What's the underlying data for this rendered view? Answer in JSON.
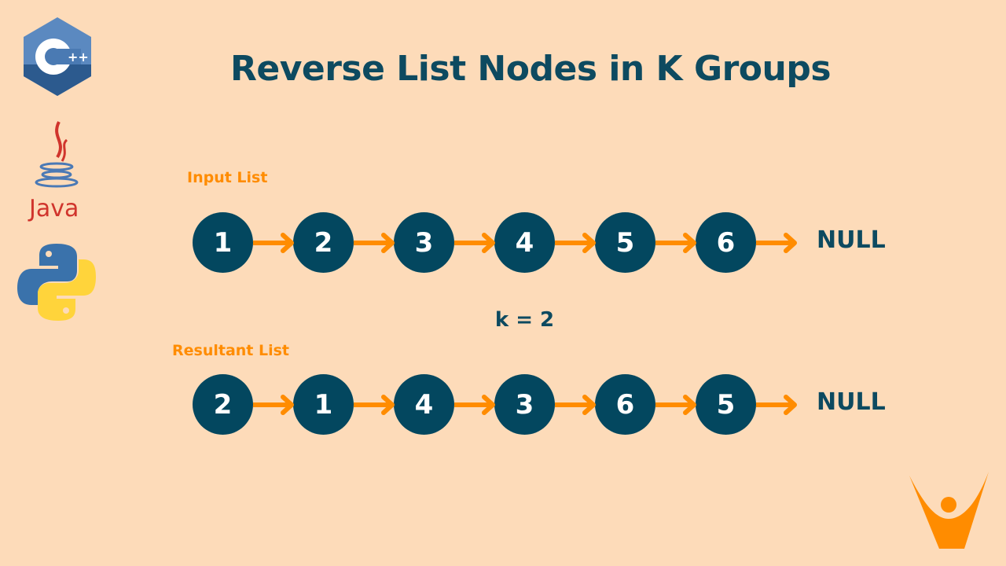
{
  "title": "Reverse List Nodes in K Groups",
  "input_label": "Input List",
  "input_nodes": [
    "1",
    "2",
    "3",
    "4",
    "5",
    "6"
  ],
  "k_label": "k = 2",
  "result_label": "Resultant List",
  "result_nodes": [
    "2",
    "1",
    "4",
    "3",
    "6",
    "5"
  ],
  "null_label": "NULL",
  "colors": {
    "background": "#fddbb9",
    "node": "#03475f",
    "arrow": "#ff8c00",
    "title": "#0d4a60",
    "label": "#ff8c00"
  },
  "logos": [
    "cpp-logo",
    "java-logo",
    "python-logo",
    "brand-logo"
  ],
  "java_text": "Java"
}
